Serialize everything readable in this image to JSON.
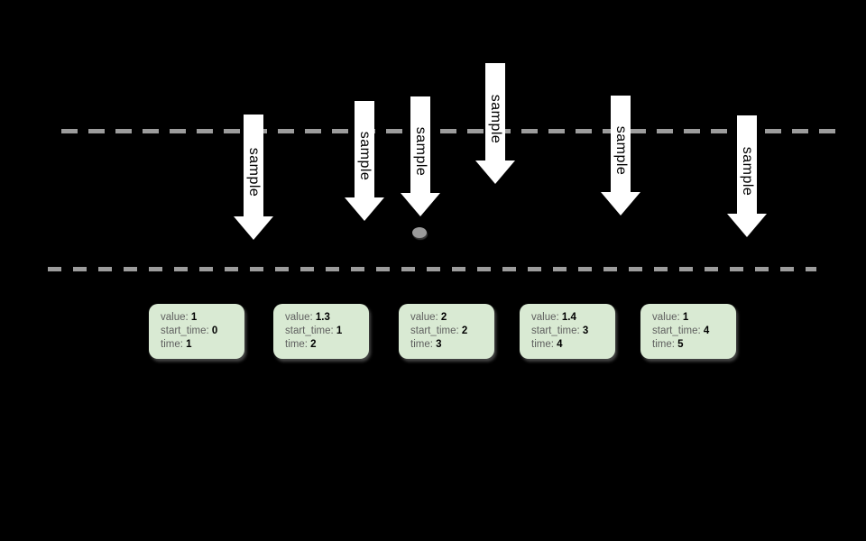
{
  "diagram": {
    "description_colors": {
      "background": "#000000",
      "dashed_line": "#9c9c9c",
      "arrow_fill": "#ffffff",
      "arrow_text": "#000000",
      "box_fill": "#d9ead3",
      "box_label_text": "#5f5f5f",
      "box_value_text": "#000000",
      "dot": "#9a9a9a"
    },
    "arrows": [
      {
        "label": "sample"
      },
      {
        "label": "sample"
      },
      {
        "label": "sample"
      },
      {
        "label": "sample"
      },
      {
        "label": "sample"
      },
      {
        "label": "sample"
      }
    ],
    "field_labels": {
      "value": "value:",
      "start_time": "start_time:",
      "time": "time:"
    },
    "sample_boxes": [
      {
        "value": "1",
        "start_time": "0",
        "time": "1"
      },
      {
        "value": "1.3",
        "start_time": "1",
        "time": "2"
      },
      {
        "value": "2",
        "start_time": "2",
        "time": "3"
      },
      {
        "value": "1.4",
        "start_time": "3",
        "time": "4"
      },
      {
        "value": "1",
        "start_time": "4",
        "time": "5"
      }
    ]
  }
}
